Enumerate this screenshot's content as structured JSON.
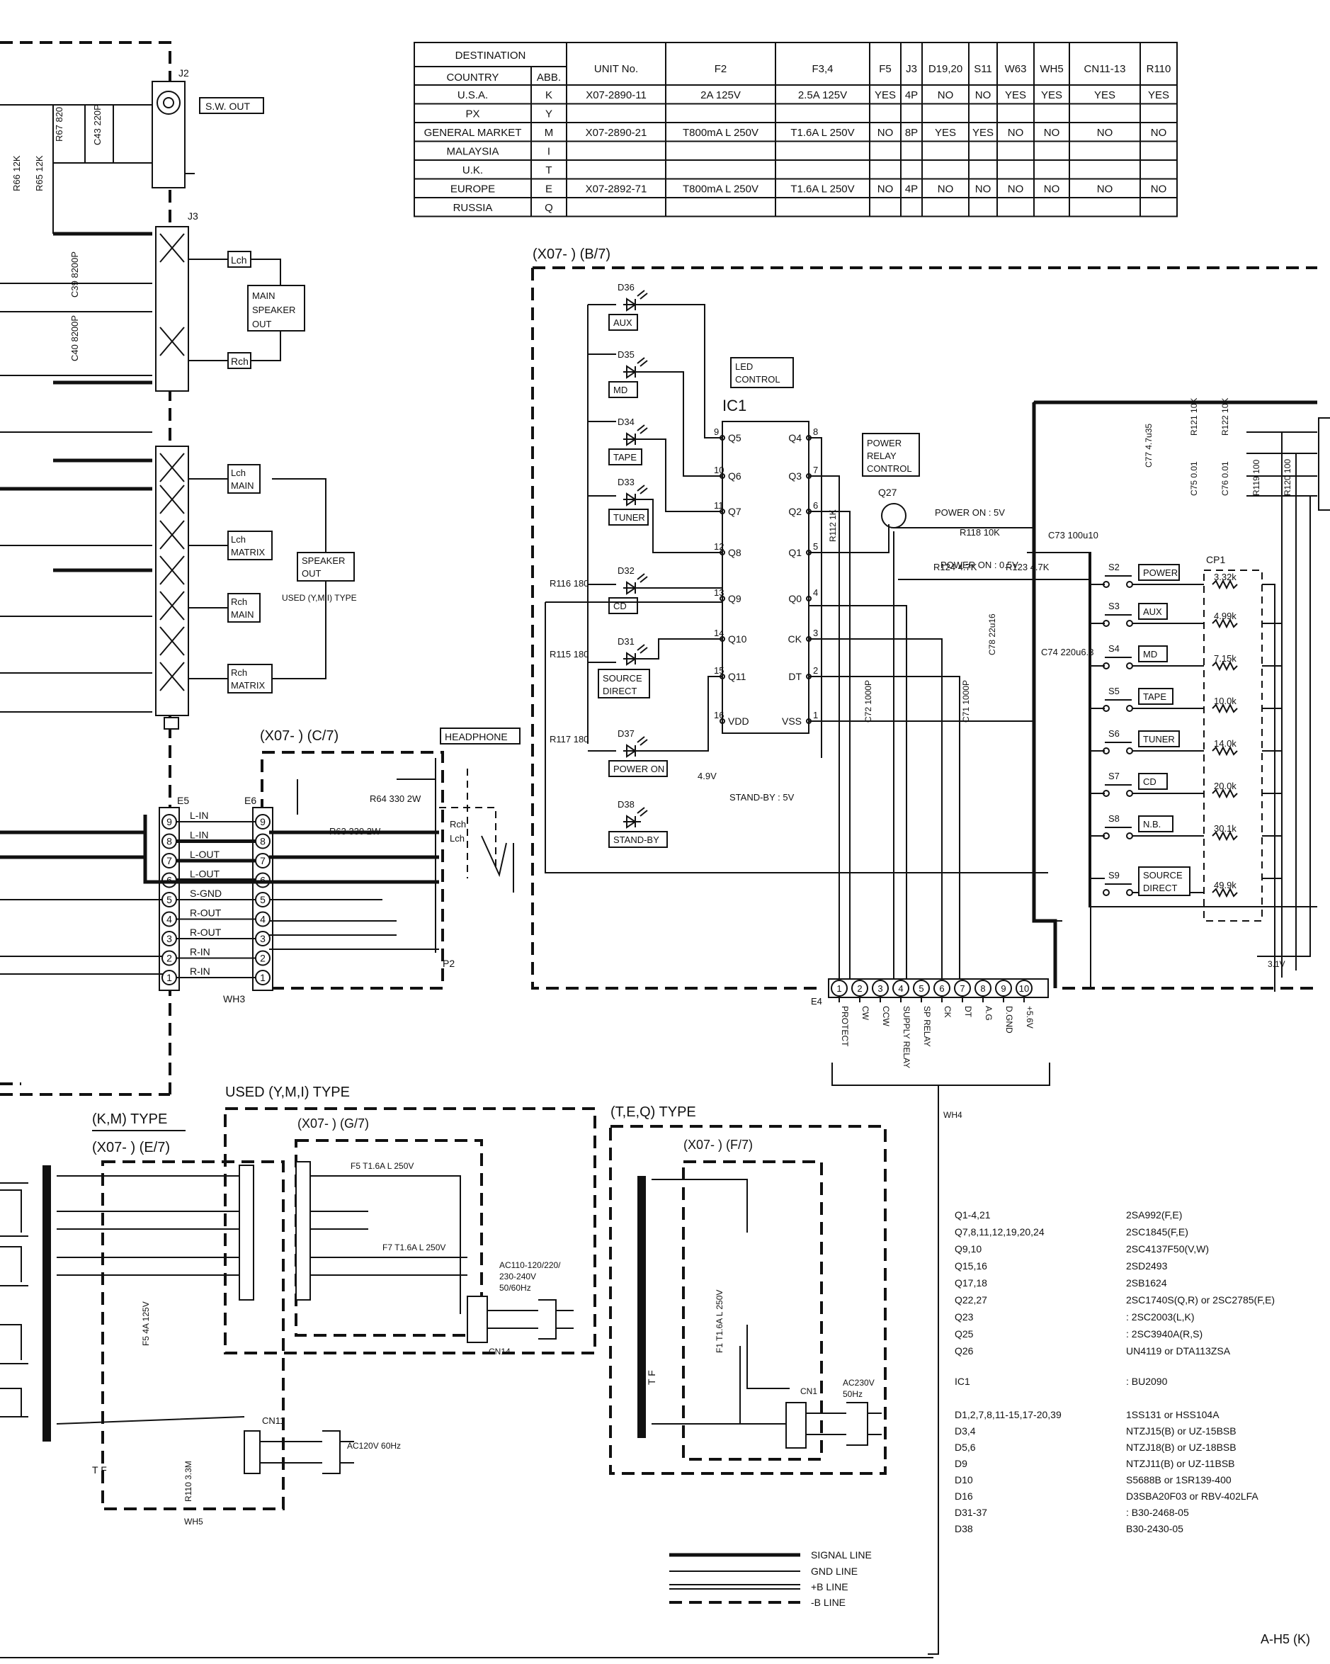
{
  "destination_table": {
    "headers": [
      "DESTINATION",
      "UNIT No.",
      "F2",
      "F3,4",
      "F5",
      "J3",
      "D19,20",
      "S11",
      "W63",
      "WH5",
      "CN11-13",
      "R110"
    ],
    "subheaders": [
      "COUNTRY",
      "ABB."
    ],
    "rows": [
      {
        "country": "U.S.A.",
        "abb": "K",
        "unit": "X07-2890-11",
        "f2": "2A 125V",
        "f34": "2.5A 125V",
        "f5": "YES",
        "j3": "4P",
        "d1920": "NO",
        "s11": "NO",
        "w63": "YES",
        "wh5": "YES",
        "cn": "YES",
        "r110": "YES"
      },
      {
        "country": "PX",
        "abb": "Y",
        "unit": "",
        "f2": "",
        "f34": "",
        "f5": "",
        "j3": "",
        "d1920": "",
        "s11": "",
        "w63": "",
        "wh5": "",
        "cn": "",
        "r110": ""
      },
      {
        "country": "GENERAL MARKET",
        "abb": "M",
        "unit": "X07-2890-21",
        "f2": "T800mA L 250V",
        "f34": "T1.6A L 250V",
        "f5": "NO",
        "j3": "8P",
        "d1920": "YES",
        "s11": "YES",
        "w63": "NO",
        "wh5": "NO",
        "cn": "NO",
        "r110": "NO"
      },
      {
        "country": "MALAYSIA",
        "abb": "I",
        "unit": "",
        "f2": "",
        "f34": "",
        "f5": "",
        "j3": "",
        "d1920": "",
        "s11": "",
        "w63": "",
        "wh5": "",
        "cn": "",
        "r110": ""
      },
      {
        "country": "U.K.",
        "abb": "T",
        "unit": "",
        "f2": "",
        "f34": "",
        "f5": "",
        "j3": "",
        "d1920": "",
        "s11": "",
        "w63": "",
        "wh5": "",
        "cn": "",
        "r110": ""
      },
      {
        "country": "EUROPE",
        "abb": "E",
        "unit": "X07-2892-71",
        "f2": "T800mA L 250V",
        "f34": "T1.6A L 250V",
        "f5": "NO",
        "j3": "4P",
        "d1920": "NO",
        "s11": "NO",
        "w63": "NO",
        "wh5": "NO",
        "cn": "NO",
        "r110": "NO"
      },
      {
        "country": "RUSSIA",
        "abb": "Q",
        "unit": "",
        "f2": "",
        "f34": "",
        "f5": "",
        "j3": "",
        "d1920": "",
        "s11": "",
        "w63": "",
        "wh5": "",
        "cn": "",
        "r110": ""
      }
    ]
  },
  "labels": {
    "sw_out": "S.W. OUT",
    "j2": "J2",
    "j3": "J3",
    "lch": "Lch",
    "rch": "Rch",
    "main_speaker_out": [
      "MAIN",
      "SPEAKER",
      "OUT"
    ],
    "lch_main": [
      "Lch",
      "MAIN"
    ],
    "lch_matrix": [
      "Lch",
      "MATRIX"
    ],
    "rch_main": [
      "Rch",
      "MAIN"
    ],
    "rch_matrix": [
      "Rch",
      "MATRIX"
    ],
    "speaker_out": [
      "SPEAKER",
      "OUT"
    ],
    "used_ym_type": "USED (Y,M,I) TYPE",
    "board_b7": "(X07- ) (B/7)",
    "board_c7": "(X07- ) (C/7)",
    "board_e7": "(X07- ) (E/7)",
    "board_f7": "(X07- ) (F/7)",
    "board_g7": "(X07- ) (G/7)",
    "km_type": "(K,M) TYPE",
    "used_ymi_type": "USED (Y,M,I) TYPE",
    "teq_type": "(T,E,Q) TYPE",
    "headphone": "HEADPHONE",
    "led_control": [
      "LED",
      "CONTROL"
    ],
    "ic1": "IC1",
    "power_relay_control": [
      "POWER",
      "RELAY",
      "CONTROL"
    ],
    "q27": "Q27",
    "power_on_label": "POWER ON",
    "stand_by": "STAND-BY",
    "source_direct": [
      "SOURCE",
      "DIRECT"
    ],
    "cp1": "CP1",
    "wh3": "WH3",
    "wh4": "WH4",
    "wh5": "WH5",
    "e4": "E4",
    "e5": "E5",
    "e6": "E6",
    "p2": "P2",
    "tf": "T F",
    "cn1": "CN1",
    "cn14": "CN14",
    "cn11": "CN11",
    "ac_k": "AC120V 60Hz",
    "ac_ym": [
      "AC110-120/220/",
      "230-240V",
      "50/60Hz"
    ],
    "ac_teq": [
      "AC230V",
      "50Hz"
    ],
    "page_id": "A-H5 (K)"
  },
  "leds": [
    {
      "ref": "D36",
      "name": "AUX"
    },
    {
      "ref": "D35",
      "name": "MD"
    },
    {
      "ref": "D34",
      "name": "TAPE"
    },
    {
      "ref": "D33",
      "name": "TUNER"
    },
    {
      "ref": "D32",
      "name": "CD"
    },
    {
      "ref": "D31",
      "name": "SOURCE DIRECT"
    },
    {
      "ref": "D37",
      "name": "POWER ON"
    },
    {
      "ref": "D38",
      "name": "STAND-BY"
    }
  ],
  "ic1_pins_left": [
    "Q5",
    "Q6",
    "Q7",
    "Q8",
    "Q9",
    "Q10",
    "Q11",
    "VDD"
  ],
  "ic1_pins_left_no": [
    "9",
    "10",
    "11",
    "12",
    "13",
    "14",
    "15",
    "16"
  ],
  "ic1_pins_right": [
    "Q4",
    "Q3",
    "Q2",
    "Q1",
    "Q0",
    "CK",
    "DT",
    "VSS"
  ],
  "ic1_pins_right_no": [
    "8",
    "7",
    "6",
    "5",
    "4",
    "3",
    "2",
    "1"
  ],
  "switches": [
    {
      "ref": "S2",
      "name": "POWER",
      "res": "3.32k"
    },
    {
      "ref": "S3",
      "name": "AUX",
      "res": "4.99k"
    },
    {
      "ref": "S4",
      "name": "MD",
      "res": "7.15k"
    },
    {
      "ref": "S5",
      "name": "TAPE",
      "res": "10.0k"
    },
    {
      "ref": "S6",
      "name": "TUNER",
      "res": "14.0k"
    },
    {
      "ref": "S7",
      "name": "CD",
      "res": "20.0k"
    },
    {
      "ref": "S8",
      "name": "N.B.",
      "res": "30.1k"
    },
    {
      "ref": "S9",
      "name": "SOURCE DIRECT",
      "res": "49.9k"
    }
  ],
  "e4_pins": [
    "1",
    "2",
    "3",
    "4",
    "5",
    "6",
    "7",
    "8",
    "9",
    "10"
  ],
  "e4_names": [
    "PROTECT",
    "CW",
    "CCW",
    "SUPPLY RELAY",
    "SP RELAY",
    "CK",
    "DT",
    "A.G",
    "D.GND",
    "+5.6V"
  ],
  "wh3_pins": [
    {
      "no": "9",
      "name": "L-IN"
    },
    {
      "no": "8",
      "name": "L-IN"
    },
    {
      "no": "7",
      "name": "L-OUT"
    },
    {
      "no": "6",
      "name": "L-OUT"
    },
    {
      "no": "5",
      "name": "S-GND"
    },
    {
      "no": "4",
      "name": "R-OUT"
    },
    {
      "no": "3",
      "name": "R-OUT"
    },
    {
      "no": "2",
      "name": "R-IN"
    },
    {
      "no": "1",
      "name": "R-IN"
    }
  ],
  "parts": {
    "r67": "R67 820",
    "c43": "C43 220P",
    "r66": "R66 12K",
    "r65": "R65 12K",
    "c39": "C39 8200P",
    "c40": "C40 8200P",
    "r116": "R116 180",
    "r115": "R115 180",
    "r117": "R117 180",
    "r64": "R64 330 2W",
    "r63": "R63 330 2W",
    "r112": "R112 1K",
    "r118": "R118 10K",
    "r124": "R124 4.7K",
    "r123": "R123 4.7K",
    "c73": "C73 100u10",
    "c74": "C74 220u6.3",
    "c78": "C78 22u16",
    "c71": "C71 1000P",
    "c72": "C72 1000P",
    "r121": "R121 10K",
    "r122": "R122 10K",
    "c77": "C77 4.7u35",
    "c75": "C75 0.01",
    "c76": "C76 0.01",
    "r119": "R119 100",
    "r120": "R120 100",
    "f5": "F5 T1.6A L 250V",
    "f7": "F7 T1.6A L 250V",
    "f1": "F1 T1.6A L 250V",
    "f5k": "F5 4A 125V",
    "r110": "R110 3.3M"
  },
  "voltages": {
    "power_on_5v": "POWER ON : 5V",
    "power_on_05": "POWER ON : 0.5V",
    "stand_by_5v": "STAND-BY : 5V",
    "v4": "4.9V"
  },
  "semis": [
    {
      "ref": "Q1-4,21",
      "part": "2SA992(F,E)"
    },
    {
      "ref": "Q7,8,11,12,19,20,24",
      "part": "2SC1845(F,E)"
    },
    {
      "ref": "Q9,10",
      "part": "2SC4137F50(V,W)"
    },
    {
      "ref": "Q15,16",
      "part": "2SD2493"
    },
    {
      "ref": "Q17,18",
      "part": "2SB1624"
    },
    {
      "ref": "Q22,27",
      "part": "2SC1740S(Q,R) or 2SC2785(F,E)"
    },
    {
      "ref": "Q23",
      "part": ": 2SC2003(L,K)"
    },
    {
      "ref": "Q25",
      "part": ": 2SC3940A(R,S)"
    },
    {
      "ref": "Q26",
      "part": "UN4119 or DTA113ZSA"
    },
    {
      "ref": "IC1",
      "part": ": BU2090"
    },
    {
      "ref": "D1,2,7,8,11-15,17-20,39",
      "part": "1SS131 or HSS104A"
    },
    {
      "ref": "D3,4",
      "part": "NTZJ15(B) or UZ-15BSB"
    },
    {
      "ref": "D5,6",
      "part": "NTZJ18(B) or UZ-18BSB"
    },
    {
      "ref": "D9",
      "part": "NTZJ11(B) or UZ-11BSB"
    },
    {
      "ref": "D10",
      "part": "S5688B or 1SR139-400"
    },
    {
      "ref": "D16",
      "part": "D3SBA20F03 or RBV-402LFA"
    },
    {
      "ref": "D31-37",
      "part": ": B30-2468-05"
    },
    {
      "ref": "D38",
      "part": "B30-2430-05"
    }
  ],
  "legend": [
    {
      "name": "SIGNAL LINE",
      "style": "thick"
    },
    {
      "name": "GND LINE",
      "style": "thin"
    },
    {
      "name": "+B LINE",
      "style": "double"
    },
    {
      "name": "-B LINE",
      "style": "dash"
    }
  ]
}
